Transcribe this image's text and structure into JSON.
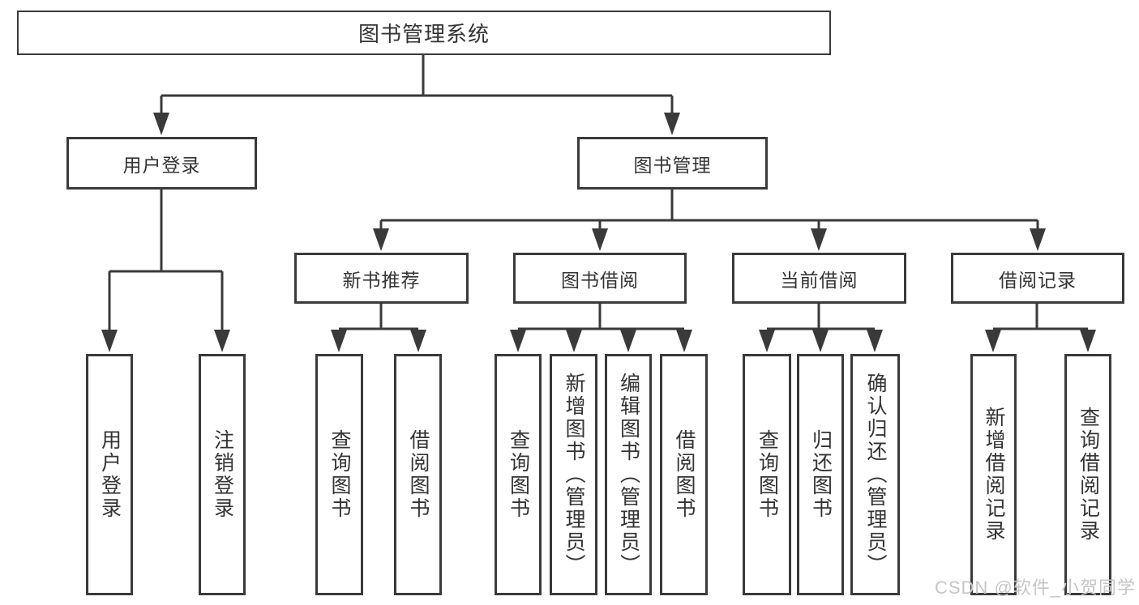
{
  "diagram": {
    "root": "图书管理系统",
    "level2": {
      "user_login": "用户登录",
      "book_mgmt": "图书管理"
    },
    "level3": {
      "new_book": "新书推荐",
      "book_borrow": "图书借阅",
      "current_borrow": "当前借阅",
      "borrow_record": "借阅记录"
    },
    "leaves": {
      "user_login": [
        "用户登录",
        "注销登录"
      ],
      "new_book": [
        "查询图书",
        "借阅图书"
      ],
      "book_borrow": [
        "查询图书",
        "新增图书（管理员）",
        "编辑图书（管理员）",
        "借阅图书"
      ],
      "current_borrow": [
        "查询图书",
        "归还图书",
        "确认归还（管理员）"
      ],
      "borrow_record": [
        "新增借阅记录",
        "查询借阅记录"
      ]
    }
  },
  "watermark": "CSDN @软件_小贺同学",
  "colors": {
    "line": "#3a3a3a",
    "text": "#333333",
    "watermark": "#c6c6c6",
    "background": "#ffffff"
  }
}
